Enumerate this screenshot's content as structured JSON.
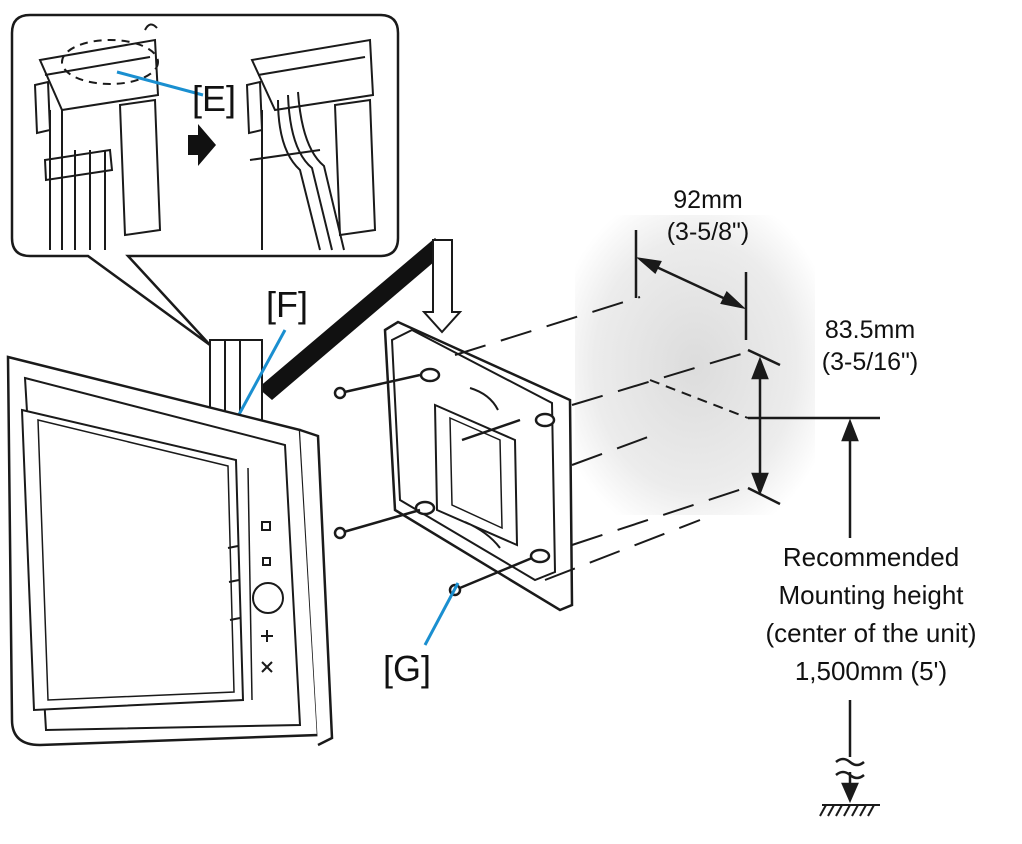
{
  "callouts": {
    "e": "[E]",
    "f": "[F]",
    "g": "[G]"
  },
  "dimensions": {
    "width": {
      "metric": "92mm",
      "imperial": "(3-5/8\")"
    },
    "height": {
      "metric": "83.5mm",
      "imperial": "(3-5/16\")"
    }
  },
  "mounting_note": {
    "line1": "Recommended",
    "line2": "Mounting height",
    "line3": "(center of the unit)",
    "line4": "1,500mm (5')"
  },
  "colors": {
    "line": "#1a1a1a",
    "callout_leader": "#1a8fd0",
    "wall_shade": "#e6e6e6"
  },
  "icons": [
    "arrow-right-icon",
    "arrow-down-icon",
    "ground-symbol-icon",
    "screw-icon"
  ]
}
